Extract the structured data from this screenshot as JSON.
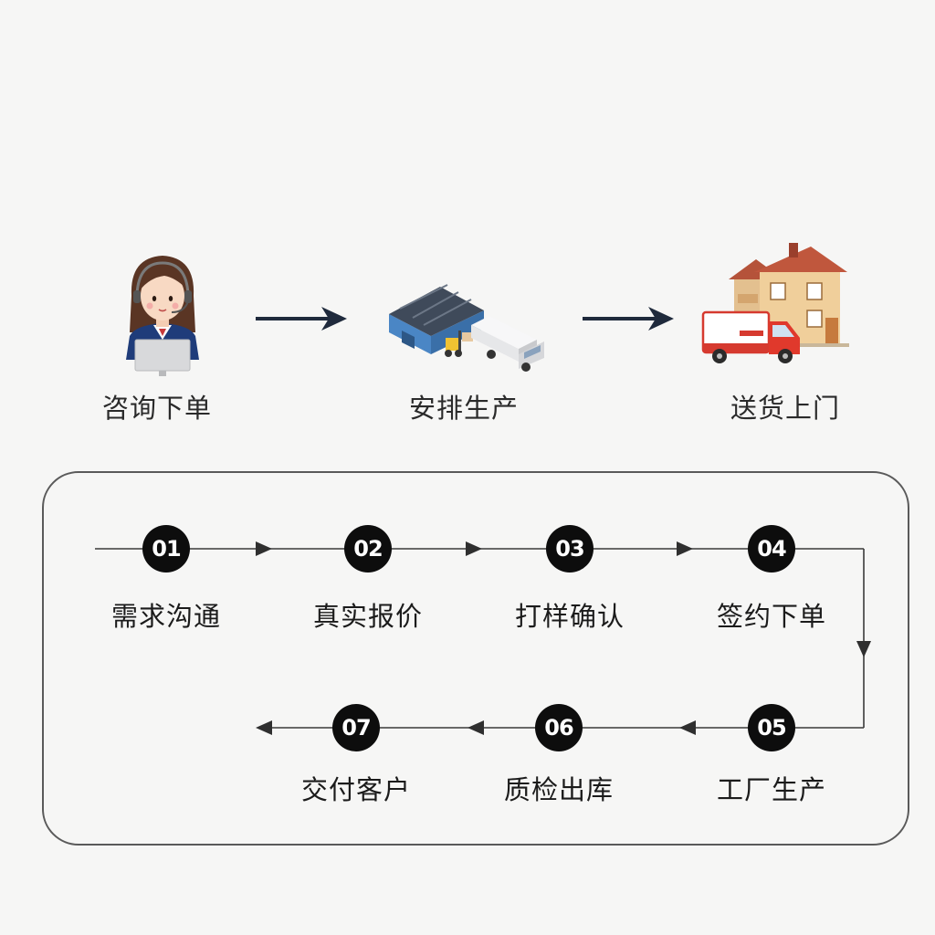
{
  "top_flow": {
    "stages": [
      {
        "label": "咨询下单",
        "icon": "customer-service-agent-icon"
      },
      {
        "label": "安排生产",
        "icon": "factory-warehouse-icon"
      },
      {
        "label": "送货上门",
        "icon": "delivery-house-icon"
      }
    ]
  },
  "process": {
    "steps": [
      {
        "number": "01",
        "label": "需求沟通"
      },
      {
        "number": "02",
        "label": "真实报价"
      },
      {
        "number": "03",
        "label": "打样确认"
      },
      {
        "number": "04",
        "label": "签约下单"
      },
      {
        "number": "05",
        "label": "工厂生产"
      },
      {
        "number": "06",
        "label": "质检出库"
      },
      {
        "number": "07",
        "label": "交付客户"
      }
    ]
  },
  "colors": {
    "background": "#f6f6f5",
    "arrow_dark": "#1f2a3c",
    "circle": "#0d0d0d",
    "box_border": "#5a5a5a"
  }
}
